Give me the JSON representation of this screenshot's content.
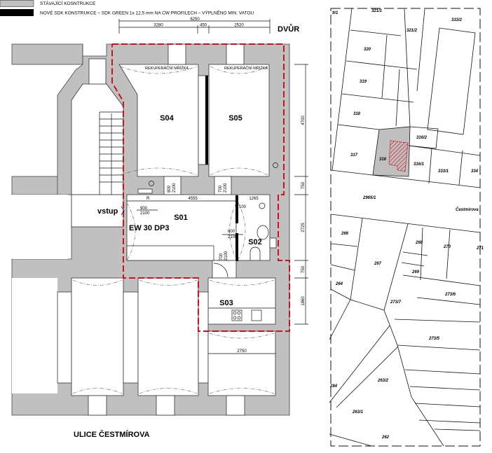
{
  "legend": {
    "existing": {
      "label": "STÁVAJÍCÍ KOSNTRUKCE",
      "color": "#c0c0c0"
    },
    "new": {
      "label": "NOVÉ SDK KONSTRUKCE – SDK GREEN 1x 12,5 mm NA CW PROFILECH – VÝPLNĚNO MIN. VATOU",
      "color": "#000000"
    }
  },
  "plan": {
    "courtyard_label": "DVŮR",
    "street_label": "ULICE ČESTMÍROVA",
    "entrance_label": "vstup",
    "fire_door_label": "EW 30 DP3",
    "radiator_label": "R",
    "boundary_color": "#d0101a",
    "rooms": {
      "s01": "S01",
      "s02": "S02",
      "s03": "S03",
      "s04": "S04",
      "s05": "S05"
    },
    "grille_label": "REKUPERAČNÍ MŘÍŽKA",
    "dimensions": {
      "total_top": "6250",
      "top": [
        "3280",
        "450",
        "2520"
      ],
      "right": [
        "4700",
        "750",
        "2725",
        "750",
        "1860"
      ],
      "corridor": "4555",
      "wc": "1265",
      "wc_small": "100",
      "s03_bottom": "2750"
    },
    "doors": {
      "d1": {
        "w": "800",
        "h": "2100"
      },
      "d2": {
        "w": "700",
        "h": "2100"
      },
      "d3": {
        "w": "900",
        "h": "2100"
      },
      "d4": {
        "w": "600",
        "h": "2100"
      },
      "d5": {
        "w": "700",
        "h": "2100"
      }
    }
  },
  "map": {
    "highlight_color": "#d0101a",
    "street_name": "Čestmírova",
    "parcels": [
      "9/1",
      "321/1",
      "321/2",
      "333/2",
      "320",
      "319",
      "318",
      "317",
      "316",
      "316/2",
      "316/1",
      "333/1",
      "334",
      "2965/1",
      "266",
      "268",
      "270",
      "271",
      "267",
      "269",
      "264",
      "273/7",
      "273/6",
      "273/5",
      "263/2",
      "284",
      "263/1",
      "262"
    ]
  }
}
